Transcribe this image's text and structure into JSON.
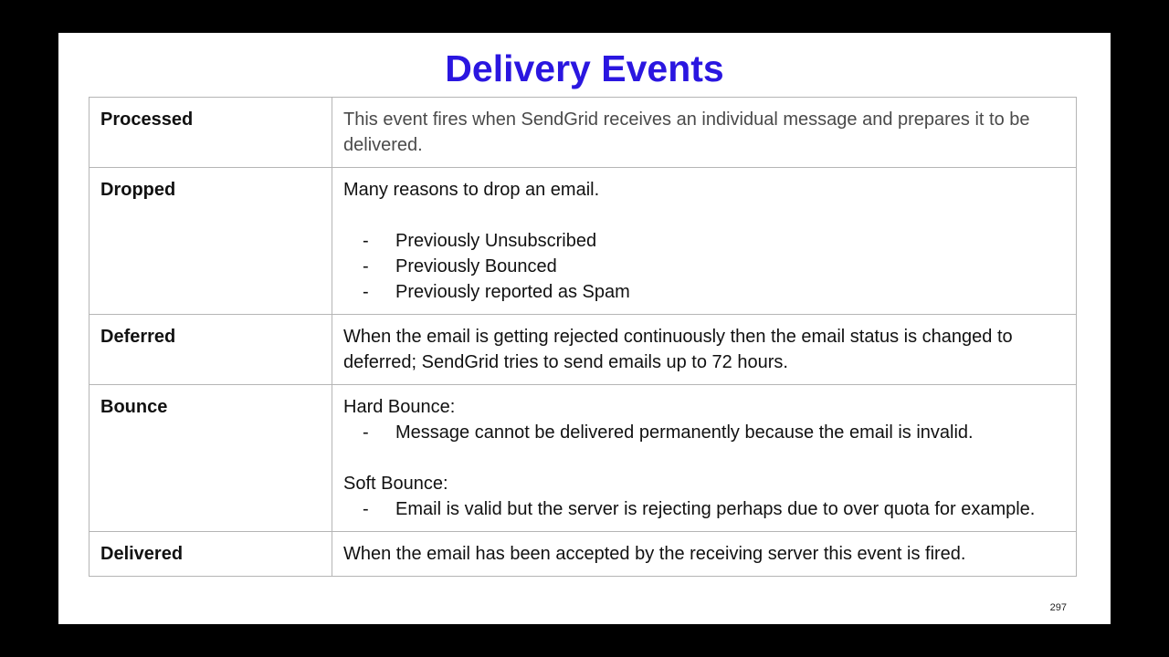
{
  "title": "Delivery Events",
  "page_number": "297",
  "rows": [
    {
      "name": "Processed",
      "description": "This event fires when SendGrid receives an individual message and prepares it to be delivered."
    },
    {
      "name": "Dropped",
      "description": "Many reasons to drop an email.",
      "bullets": [
        "Previously Unsubscribed",
        "Previously Bounced",
        "Previously reported as Spam"
      ]
    },
    {
      "name": "Deferred",
      "description": "When the email is getting rejected continuously then the email status is changed to deferred; SendGrid tries to send emails up to 72 hours."
    },
    {
      "name": "Bounce",
      "hard_label": "Hard Bounce:",
      "hard_bullet": "Message cannot be delivered permanently because the email is invalid.",
      "soft_label": "Soft Bounce:",
      "soft_bullet": "Email is valid but the server is rejecting perhaps due to over quota for example."
    },
    {
      "name": "Delivered",
      "description": "When the email has been accepted by the receiving server this event is fired."
    }
  ]
}
